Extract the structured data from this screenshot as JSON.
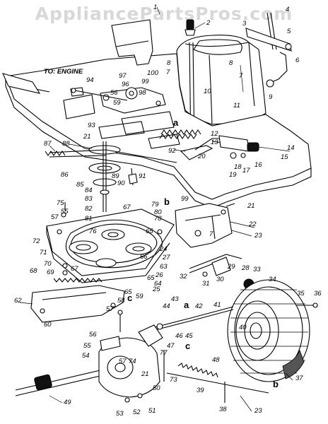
{
  "watermark": "AppliancePartsPros.com",
  "engine_label": "TO: ENGINE",
  "section_letters": {
    "a_top": "a",
    "a_mid": "a",
    "b_left": "b",
    "b_bottom": "b",
    "c_left": "c",
    "c_mid": "c"
  },
  "callouts": {
    "n1": "1",
    "n2": "2",
    "n3": "3",
    "n4": "4",
    "n5": "5",
    "n6": "6",
    "n7a": "7",
    "n7b": "7",
    "n7c": "7",
    "n8a": "8",
    "n8b": "8",
    "n9": "9",
    "n10": "10",
    "n11": "11",
    "n12": "12",
    "n13": "13",
    "n14": "14",
    "n15": "15",
    "n16": "16",
    "n17": "17",
    "n18": "18",
    "n19": "19",
    "n20": "20",
    "n21a": "21",
    "n21b": "21",
    "n21c": "21",
    "n22": "22",
    "n23a": "23",
    "n23b": "23",
    "n24": "24",
    "n25": "25",
    "n26": "26",
    "n27": "27",
    "n28": "28",
    "n29": "29",
    "n30": "30",
    "n31": "31",
    "n32": "32",
    "n33": "33",
    "n34": "34",
    "n35": "35",
    "n36": "36",
    "n37": "37",
    "n38": "38",
    "n39": "39",
    "n40": "40",
    "n41": "41",
    "n42": "42",
    "n43": "43",
    "n44": "44",
    "n45": "45",
    "n46": "46",
    "n47": "47",
    "n48": "48",
    "n49": "49",
    "n50": "50",
    "n51": "51",
    "n52": "52",
    "n53": "53",
    "n54": "54",
    "n55a": "55",
    "n55b": "55",
    "n56a": "56",
    "n56b": "56",
    "n57a": "57",
    "n57b": "57",
    "n57c": "57",
    "n58": "58",
    "n59a": "59",
    "n59b": "59",
    "n60": "60",
    "n62": "62",
    "n63": "63",
    "n64": "64",
    "n65a": "65",
    "n65b": "65",
    "n65c": "65",
    "n66": "66",
    "n67a": "67",
    "n67b": "67",
    "n68": "68",
    "n69": "69",
    "n70": "70",
    "n71": "71",
    "n72": "72",
    "n74": "74",
    "n73": "73",
    "n75": "75",
    "n76": "76",
    "n77": "77",
    "n78": "78",
    "n79": "79",
    "n80": "80",
    "n81": "81",
    "n82": "82",
    "n83": "83",
    "n84": "84",
    "n85": "85",
    "n86": "86",
    "n87": "87",
    "n88": "88",
    "n89": "89",
    "n90": "90",
    "n91": "91",
    "n92": "92",
    "n93": "93",
    "n94": "94",
    "n96": "96",
    "n97": "97",
    "n98": "98",
    "n99a": "99",
    "n99b": "99",
    "n100": "100"
  }
}
